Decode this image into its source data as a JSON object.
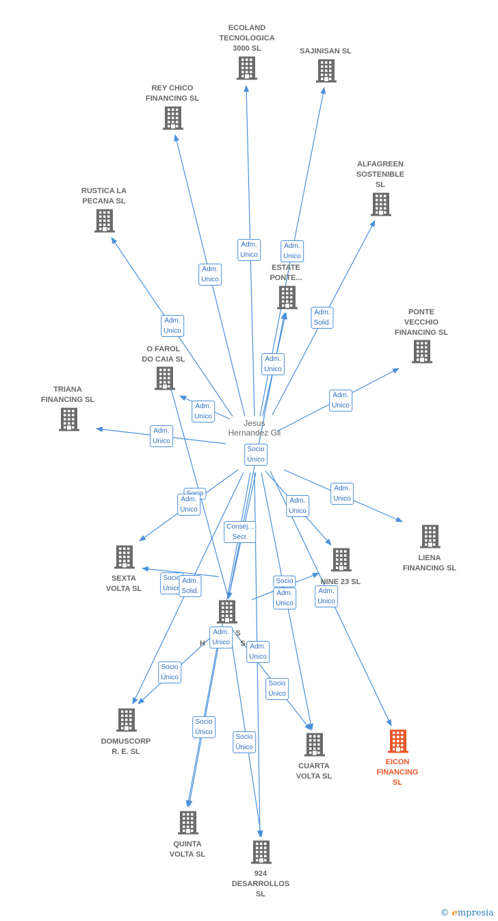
{
  "center": {
    "name": "Jesus Hernandez Gil"
  },
  "companies": [
    {
      "id": "ecoland",
      "label": [
        "ECOLAND",
        "TECNOLOGICA",
        "3000  SL"
      ]
    },
    {
      "id": "sajinisan",
      "label": [
        "SAJINISAN  SL"
      ]
    },
    {
      "id": "reychico",
      "label": [
        "REY CHICO",
        "FINANCING  SL"
      ]
    },
    {
      "id": "alfagreen",
      "label": [
        "ALFAGREEN",
        "SOSTENIBLE",
        "SL"
      ]
    },
    {
      "id": "rustica",
      "label": [
        "RUSTICA LA",
        "PECANA  SL"
      ]
    },
    {
      "id": "estate",
      "label": [
        "ESTATE",
        "PONTE..."
      ]
    },
    {
      "id": "ponte",
      "label": [
        "PONTE",
        "VECCHIO",
        "FINANCING  SL"
      ]
    },
    {
      "id": "ofarol",
      "label": [
        "O FAROL",
        "DO CAIA  SL"
      ]
    },
    {
      "id": "triana",
      "label": [
        "TRIANA",
        "FINANCING  SL"
      ]
    },
    {
      "id": "liena",
      "label": [
        "LIENA",
        "FINANCING  SL"
      ]
    },
    {
      "id": "nine23",
      "label": [
        "NINE 23  SL"
      ]
    },
    {
      "id": "sexta",
      "label": [
        "SEXTA",
        "VOLTA  SL"
      ]
    },
    {
      "id": "hub",
      "label": [
        "S",
        "H",
        "S"
      ]
    },
    {
      "id": "domuscorp",
      "label": [
        "DOMUSCORP",
        "R. E.  SL"
      ]
    },
    {
      "id": "cuarta",
      "label": [
        "CUARTA",
        "VOLTA  SL"
      ]
    },
    {
      "id": "eicon",
      "label": [
        "EICON",
        "FINANCING",
        "SL"
      ],
      "focus": true
    },
    {
      "id": "quinta",
      "label": [
        "QUINTA",
        "VOLTA  SL"
      ]
    },
    {
      "id": "d924",
      "label": [
        "924",
        "DESARROLLOS",
        "SL"
      ]
    }
  ],
  "relations": [
    {
      "id": "r-ecoland",
      "lines": [
        "Adm.",
        "Unico"
      ]
    },
    {
      "id": "r-sajinisan",
      "lines": [
        "Adm.",
        "Unico"
      ]
    },
    {
      "id": "r-reychico",
      "lines": [
        "Adm.",
        "Unico"
      ]
    },
    {
      "id": "r-rustica",
      "lines": [
        "Adm.",
        "Unico"
      ]
    },
    {
      "id": "r-alfagreen",
      "lines": [
        "Adm.",
        "Solid."
      ]
    },
    {
      "id": "r-estate",
      "lines": [
        "Adm.",
        "Unico"
      ]
    },
    {
      "id": "r-ponte",
      "lines": [
        "Adm.",
        "Unico"
      ]
    },
    {
      "id": "r-ofarol",
      "lines": [
        "Adm.",
        "Unico"
      ]
    },
    {
      "id": "r-triana",
      "lines": [
        "Adm.",
        "Unico"
      ]
    },
    {
      "id": "r-hub",
      "lines": [
        "Socio",
        "Único"
      ]
    },
    {
      "id": "r-liena",
      "lines": [
        "Adm.",
        "Unico"
      ]
    },
    {
      "id": "r-sexta-socio",
      "lines": [
        "Socio",
        ""
      ]
    },
    {
      "id": "r-sexta-adm",
      "lines": [
        "Adm.",
        "Unico"
      ]
    },
    {
      "id": "r-consej",
      "lines": [
        "Consej. ,",
        "Secr."
      ]
    },
    {
      "id": "r-nine23",
      "lines": [
        "Adm.",
        "Unico"
      ]
    },
    {
      "id": "r-hub-sexta-socio",
      "lines": [
        "Socio",
        "Único"
      ]
    },
    {
      "id": "r-hub-sexta-adm",
      "lines": [
        "Adm.",
        "Solid."
      ]
    },
    {
      "id": "r-hub-nine-socio",
      "lines": [
        "Socio",
        ""
      ]
    },
    {
      "id": "r-hub-nine-adm",
      "lines": [
        "Adm.",
        "Unico"
      ]
    },
    {
      "id": "r-eicon",
      "lines": [
        "Adm.",
        "Unico"
      ]
    },
    {
      "id": "r-hub-quinta-adm",
      "lines": [
        "Adm.",
        "Unico"
      ]
    },
    {
      "id": "r-hub-cuarta-adm",
      "lines": [
        "Adm.",
        "Unico"
      ]
    },
    {
      "id": "r-domus",
      "lines": [
        "Socio",
        "Único"
      ]
    },
    {
      "id": "r-cuarta",
      "lines": [
        "Socio",
        "Único"
      ]
    },
    {
      "id": "r-quinta",
      "lines": [
        "Socio",
        "Único"
      ]
    },
    {
      "id": "r-924",
      "lines": [
        "Socio",
        "Único"
      ]
    }
  ],
  "colors": {
    "line": "#4a90d9",
    "building": "#6b6b6b",
    "focus": "#e8572a"
  },
  "brand": {
    "copyright": "©",
    "initial": "e",
    "name": "mpresia"
  }
}
